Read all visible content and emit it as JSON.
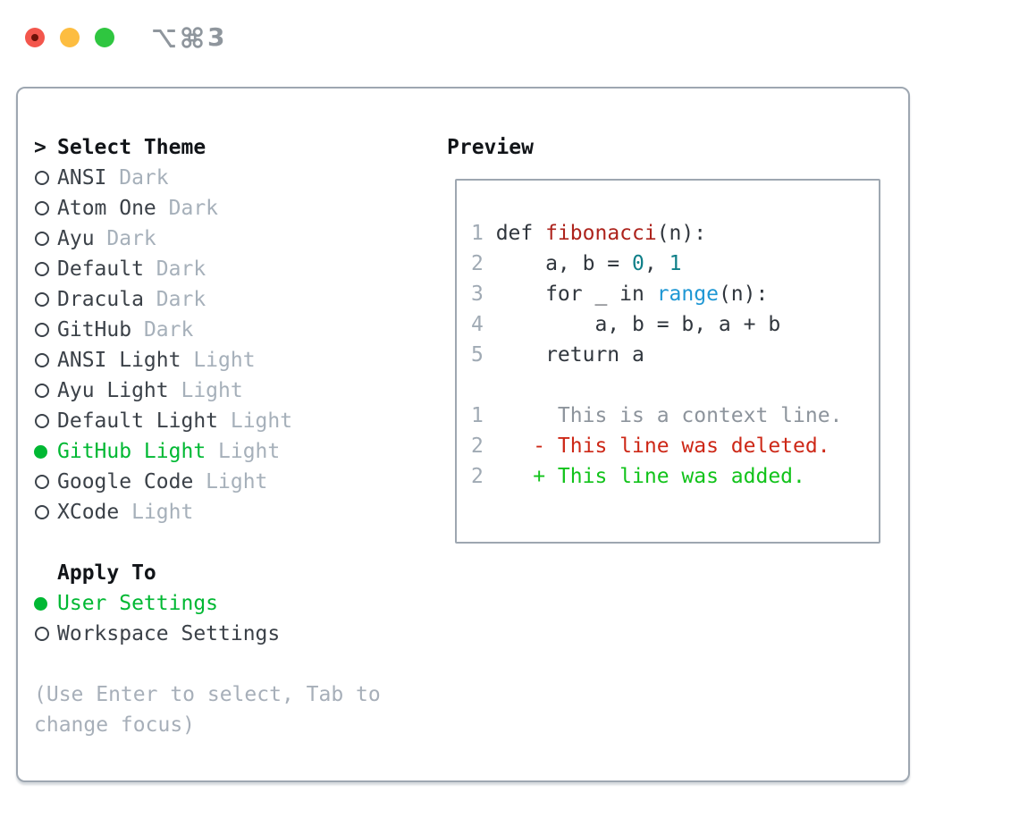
{
  "titlebar": {
    "shortcut_number": "3",
    "icons": [
      "option-key-icon",
      "command-key-icon"
    ]
  },
  "colors": {
    "accent_green": "#00b833",
    "diff_added_green": "#12c31b",
    "diff_deleted_red": "#cd2817",
    "function_red": "#ad231c",
    "number_teal": "#0f7f88",
    "builtin_blue": "#1e97d4",
    "context_gray": "#8d949c",
    "muted_gray": "#a6b0ba",
    "traffic_red": "#f3564c",
    "traffic_yellow": "#fdbd40",
    "traffic_green": "#2fc640"
  },
  "theme_picker": {
    "prompt": ">",
    "title": "Select Theme",
    "items": [
      {
        "name": "ANSI",
        "variant": "Dark",
        "selected": false
      },
      {
        "name": "Atom One",
        "variant": "Dark",
        "selected": false
      },
      {
        "name": "Ayu",
        "variant": "Dark",
        "selected": false
      },
      {
        "name": "Default",
        "variant": "Dark",
        "selected": false
      },
      {
        "name": "Dracula",
        "variant": "Dark",
        "selected": false
      },
      {
        "name": "GitHub",
        "variant": "Dark",
        "selected": false
      },
      {
        "name": "ANSI Light",
        "variant": "Light",
        "selected": false
      },
      {
        "name": "Ayu Light",
        "variant": "Light",
        "selected": false
      },
      {
        "name": "Default Light",
        "variant": "Light",
        "selected": false
      },
      {
        "name": "GitHub Light",
        "variant": "Light",
        "selected": true
      },
      {
        "name": "Google Code",
        "variant": "Light",
        "selected": false
      },
      {
        "name": "XCode",
        "variant": "Light",
        "selected": false
      }
    ],
    "apply_to": {
      "title": "Apply To",
      "options": [
        {
          "label": "User Settings",
          "selected": true
        },
        {
          "label": "Workspace Settings",
          "selected": false
        }
      ]
    },
    "hint_lines": [
      "(Use Enter to select, Tab to",
      "change focus)"
    ]
  },
  "preview": {
    "title": "Preview",
    "lines": [
      {
        "num": "1",
        "segments": [
          {
            "text": "def ",
            "style": "code"
          },
          {
            "text": "fibonacci",
            "style": "function"
          },
          {
            "text": "(n):",
            "style": "code"
          }
        ]
      },
      {
        "num": "2",
        "segments": [
          {
            "text": "    a, b = ",
            "style": "code"
          },
          {
            "text": "0",
            "style": "number"
          },
          {
            "text": ", ",
            "style": "code"
          },
          {
            "text": "1",
            "style": "number"
          }
        ]
      },
      {
        "num": "3",
        "segments": [
          {
            "text": "    for _ in ",
            "style": "code"
          },
          {
            "text": "range",
            "style": "builtin"
          },
          {
            "text": "(n):",
            "style": "code"
          }
        ]
      },
      {
        "num": "4",
        "segments": [
          {
            "text": "        a, b = b, a + b",
            "style": "code"
          }
        ]
      },
      {
        "num": "5",
        "segments": [
          {
            "text": "    return a",
            "style": "code"
          }
        ]
      },
      {
        "num": "",
        "segments": [
          {
            "text": "",
            "style": "code"
          }
        ]
      },
      {
        "num": "1",
        "segments": [
          {
            "text": "     This is a context line.",
            "style": "context"
          }
        ]
      },
      {
        "num": "2",
        "segments": [
          {
            "text": "   - This line was deleted.",
            "style": "deleted"
          }
        ]
      },
      {
        "num": "2",
        "segments": [
          {
            "text": "   + This line was added.",
            "style": "added"
          }
        ]
      }
    ]
  }
}
